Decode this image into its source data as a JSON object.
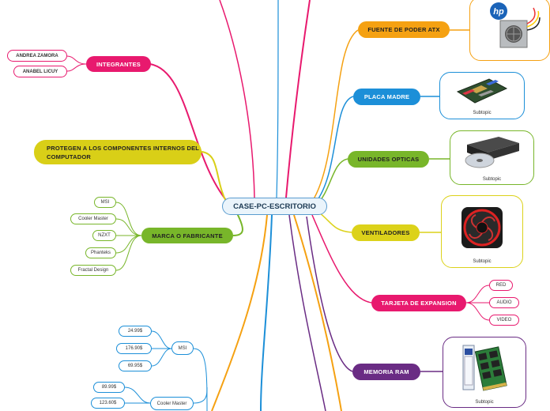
{
  "central": {
    "label": "CASE-PC-ESCRITORIO"
  },
  "left": {
    "integrantes": {
      "label": "INTEGRANTES",
      "members": [
        "ANDREA ZAMORA",
        "ANABEL LICUY"
      ]
    },
    "protegen": {
      "label": "PROTEGEN A LOS COMPONENTES INTERNOS DEL COMPUTADOR"
    },
    "marca": {
      "label": "MARCA O FABRICANTE",
      "brands": [
        "MSI",
        "Cooler Master",
        "NZXT",
        "Phanteks",
        "Fractal Design"
      ]
    },
    "precios": {
      "msi": {
        "label": "MSI",
        "prices": [
          "24.99$",
          "176.90$",
          "69.95$"
        ]
      },
      "cooler": {
        "label": "Cooler Master",
        "prices": [
          "89.99$",
          "123.60$"
        ]
      }
    }
  },
  "right": {
    "fuente": {
      "label": "FUENTE DE PODER ATX",
      "image_icon": "power-supply-icon",
      "logo": "hp"
    },
    "placa": {
      "label": "PLACA MADRE",
      "image_icon": "motherboard-icon",
      "caption": "Subtopic"
    },
    "opticas": {
      "label": "UNIDADES OPTICAS",
      "image_icon": "optical-drive-icon",
      "caption": "Subtopic"
    },
    "ventiladores": {
      "label": "VENTILADORES",
      "image_icon": "fan-icon",
      "caption": "Subtopic"
    },
    "tarjeta": {
      "label": "TARJETA DE EXPANSION",
      "items": [
        "RED",
        "AUDIO",
        "VIDEO"
      ]
    },
    "memoria": {
      "label": "MEMORIA RAM",
      "image_icon": "ram-icon",
      "caption": "Subtopic"
    }
  },
  "colors": {
    "integrantes": "#e8196e",
    "protegen": "#d9cf17",
    "marca": "#78b62a",
    "fuente": "#f5a112",
    "placa": "#1c8fd8",
    "opticas": "#78b62a",
    "ventiladores": "#dcd21a",
    "tarjeta": "#e8196e",
    "memoria": "#6a2c84",
    "central_border": "#5a9ccf"
  }
}
